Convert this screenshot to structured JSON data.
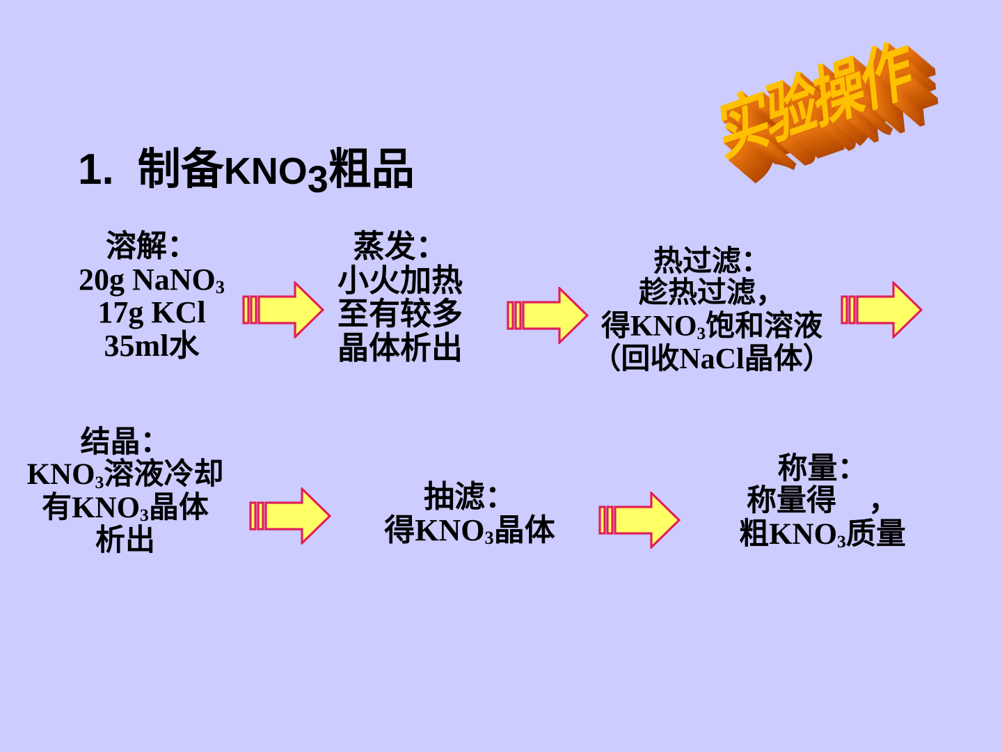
{
  "slide": {
    "background_color": "#CCCCFF",
    "text_color": "#000000"
  },
  "wordart": {
    "text": "实验操作",
    "face_color": "#FFC000",
    "extrude_color": "#E2700F"
  },
  "title": {
    "number": "1.",
    "text_before": "制备",
    "formula": "KNO",
    "formula_sub": "3",
    "text_after": "粗品"
  },
  "arrows": {
    "fill_color": "#FFFF66",
    "outline_color": "#E0205A",
    "count": 5
  },
  "flow": {
    "steps": [
      {
        "id": "dissolve",
        "heading": "溶解：",
        "lines": [
          {
            "parts": [
              {
                "t": "20g  NaNO",
                "s": "lat"
              },
              {
                "t": "3",
                "s": "sub"
              }
            ]
          },
          {
            "parts": [
              {
                "t": "17g  KCl",
                "s": "lat"
              }
            ]
          },
          {
            "parts": [
              {
                "t": "35ml",
                "s": "lat"
              },
              {
                "t": "水",
                "s": "cjk"
              }
            ]
          }
        ]
      },
      {
        "id": "evaporate",
        "heading": "蒸发：",
        "lines": [
          {
            "parts": [
              {
                "t": "小火加热",
                "s": "cjk"
              }
            ]
          },
          {
            "parts": [
              {
                "t": "至有较多",
                "s": "cjk"
              }
            ]
          },
          {
            "parts": [
              {
                "t": "晶体析出",
                "s": "cjk"
              }
            ]
          }
        ]
      },
      {
        "id": "hot-filter",
        "heading": "热过滤：",
        "lines": [
          {
            "parts": [
              {
                "t": "趁热过滤，",
                "s": "cjk"
              }
            ]
          },
          {
            "parts": [
              {
                "t": "得",
                "s": "cjk"
              },
              {
                "t": "KNO",
                "s": "lat"
              },
              {
                "t": "3",
                "s": "sub"
              },
              {
                "t": "饱和溶液",
                "s": "cjk"
              }
            ]
          },
          {
            "parts": [
              {
                "t": "（回收",
                "s": "cjk"
              },
              {
                "t": "NaCl",
                "s": "lat"
              },
              {
                "t": "晶体）",
                "s": "cjk"
              }
            ]
          }
        ]
      },
      {
        "id": "crystallize",
        "heading": "结晶：",
        "lines": [
          {
            "parts": [
              {
                "t": "KNO",
                "s": "lat"
              },
              {
                "t": "3",
                "s": "sub"
              },
              {
                "t": "溶液冷却",
                "s": "cjk"
              }
            ]
          },
          {
            "parts": [
              {
                "t": "有",
                "s": "cjk"
              },
              {
                "t": "KNO",
                "s": "lat"
              },
              {
                "t": "3",
                "s": "sub"
              },
              {
                "t": "晶体",
                "s": "cjk"
              }
            ]
          },
          {
            "parts": [
              {
                "t": "析出",
                "s": "cjk"
              }
            ]
          }
        ]
      },
      {
        "id": "suction-filter",
        "heading": "抽滤：",
        "lines": [
          {
            "parts": [
              {
                "t": "得",
                "s": "cjk"
              },
              {
                "t": "KNO",
                "s": "lat"
              },
              {
                "t": "3",
                "s": "sub"
              },
              {
                "t": "晶体",
                "s": "cjk"
              }
            ]
          }
        ]
      },
      {
        "id": "weigh",
        "heading": "称量：",
        "lines": [
          {
            "parts": [
              {
                "t": "称量得",
                "s": "cjk"
              },
              {
                "t": "",
                "s": "blank"
              },
              {
                "t": "，",
                "s": "cjk"
              }
            ]
          },
          {
            "parts": [
              {
                "t": "粗",
                "s": "cjk"
              },
              {
                "t": "KNO",
                "s": "lat"
              },
              {
                "t": "3",
                "s": "sub"
              },
              {
                "t": "质量",
                "s": "cjk"
              }
            ]
          }
        ]
      }
    ]
  }
}
